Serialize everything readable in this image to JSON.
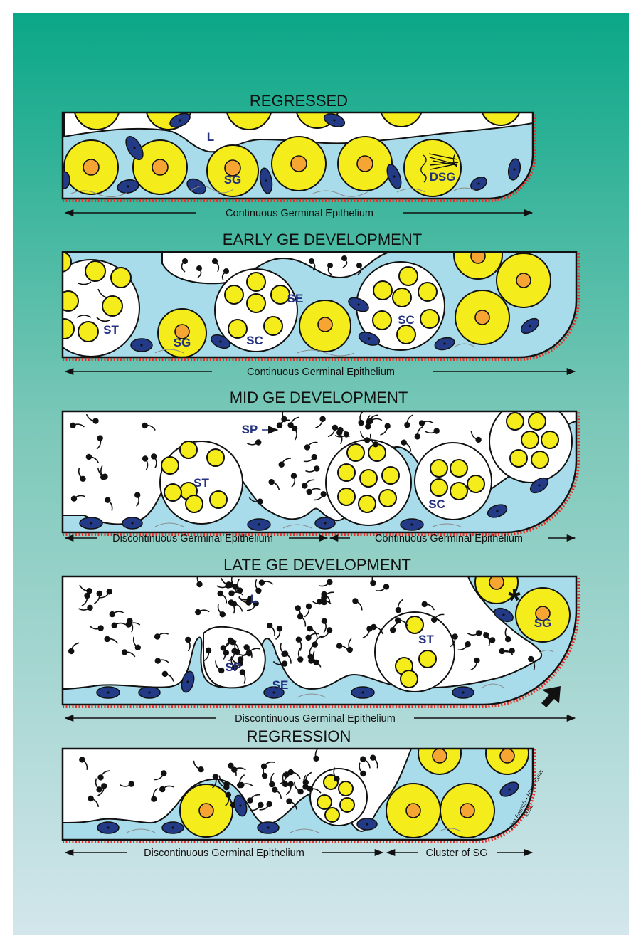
{
  "colors": {
    "bg_top": "#0aa787",
    "bg_bottom": "#d3e6ec",
    "epithelium": "#a9dcea",
    "germ_cell": "#f5ec1b",
    "nucleus": "#f6a532",
    "sertoli": "#233a86",
    "basement": "#e8302a",
    "label": "#23317f"
  },
  "panels": [
    {
      "title": "REGRESSED",
      "labels": [
        "L",
        "SG",
        "DSG"
      ],
      "spans": [
        {
          "text": "Continuous Germinal Epithelium"
        }
      ]
    },
    {
      "title": "EARLY GE DEVELOPMENT",
      "labels": [
        "ST",
        "SG",
        "SC",
        "SE",
        "SC"
      ],
      "spans": [
        {
          "text": "Continuous Germinal Epithelium"
        }
      ]
    },
    {
      "title": "MID GE DEVELOPMENT",
      "labels": [
        "SP",
        "ST",
        "SC"
      ],
      "spans": [
        {
          "text": "Discontinuous Germinal Epithelium"
        },
        {
          "text": "Continuous Germinal Epithelium"
        }
      ]
    },
    {
      "title": "LATE GE DEVELOPMENT",
      "labels": [
        "L",
        "SP",
        "SE",
        "ST",
        "SG",
        "*"
      ],
      "spans": [
        {
          "text": "Discontinuous Germinal Epithelium"
        }
      ]
    },
    {
      "title": "REGRESSION",
      "labels": [],
      "spans": [
        {
          "text": "Discontinuous Germinal Epithelium"
        },
        {
          "text": "Cluster of SG"
        }
      ]
    }
  ],
  "credit": {
    "line1": "Llyn French • Harry Grier",
    "line2": "2012"
  }
}
